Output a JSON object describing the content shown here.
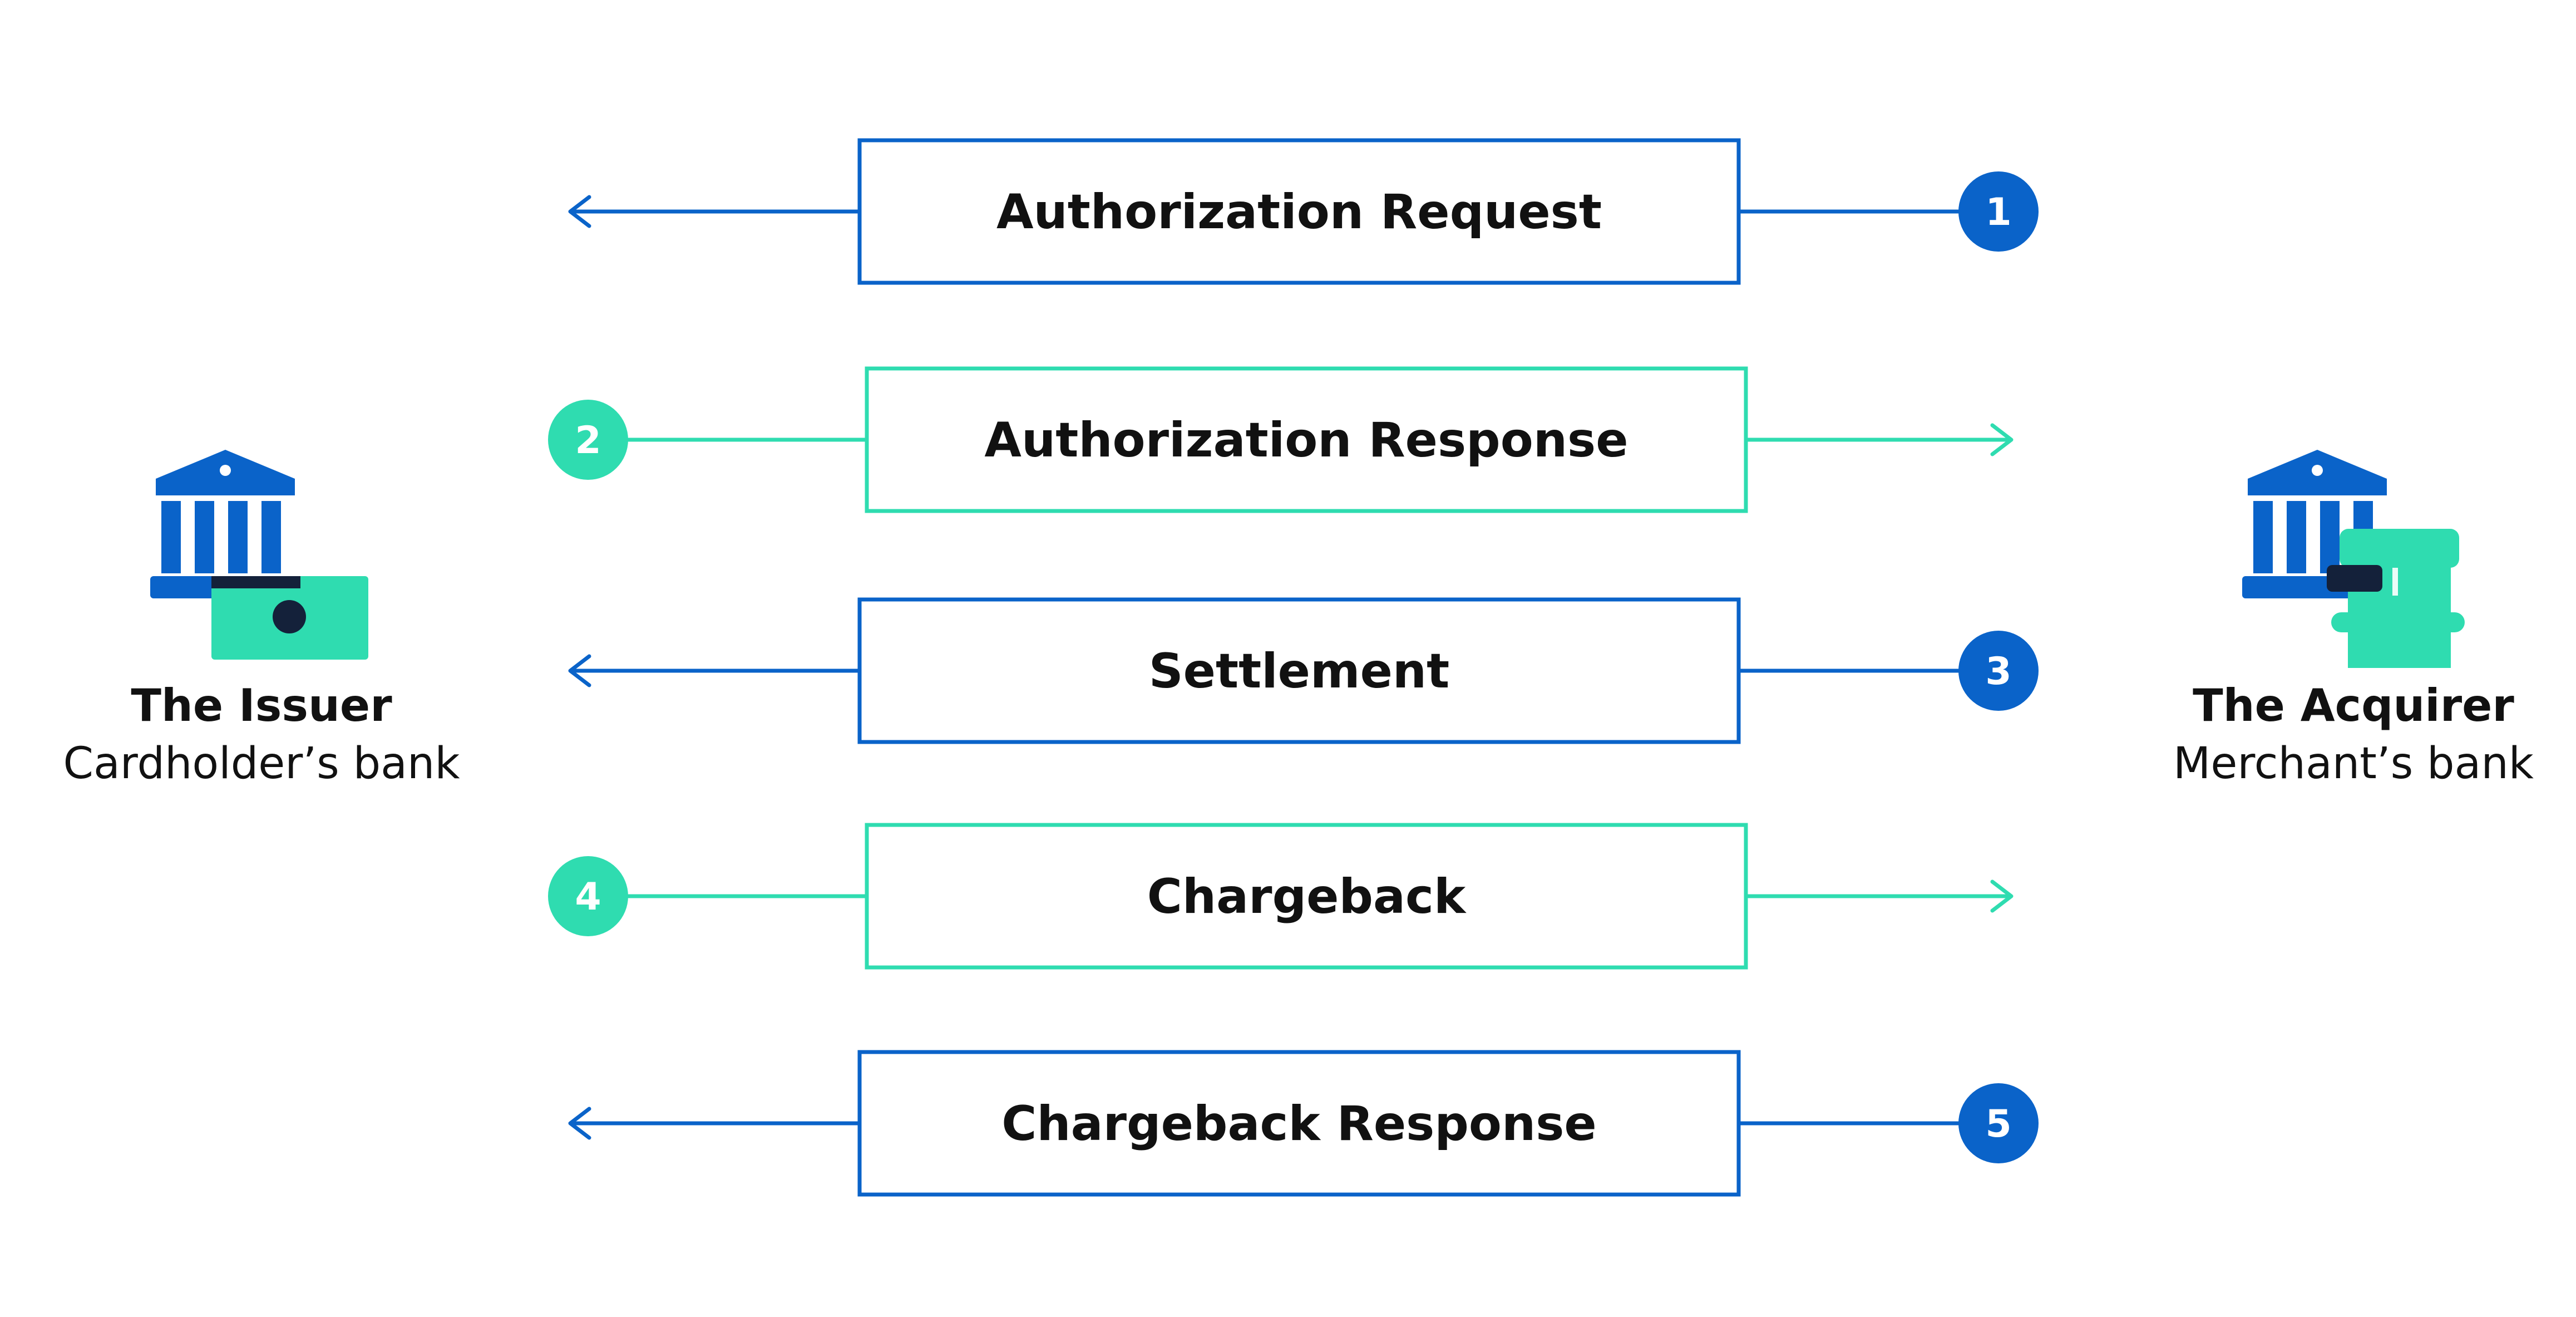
{
  "colors": {
    "blue": "#0a63c9",
    "teal": "#2fdcb0",
    "dark": "#14213a",
    "text": "#111111",
    "background": "#ffffff"
  },
  "parties": {
    "issuer": {
      "name": "The Issuer",
      "description": "Cardholder’s bank",
      "icon": "bank-card-icon"
    },
    "acquirer": {
      "name": "The Acquirer",
      "description": "Merchant’s bank",
      "icon": "bank-store-icon"
    }
  },
  "steps": [
    {
      "number": "1",
      "label": "Authorization Request",
      "direction": "to-issuer",
      "color": "blue"
    },
    {
      "number": "2",
      "label": "Authorization Response",
      "direction": "to-acquirer",
      "color": "teal"
    },
    {
      "number": "3",
      "label": "Settlement",
      "direction": "to-issuer",
      "color": "blue"
    },
    {
      "number": "4",
      "label": "Chargeback",
      "direction": "to-acquirer",
      "color": "teal"
    },
    {
      "number": "5",
      "label": "Chargeback Response",
      "direction": "to-issuer",
      "color": "blue"
    }
  ]
}
